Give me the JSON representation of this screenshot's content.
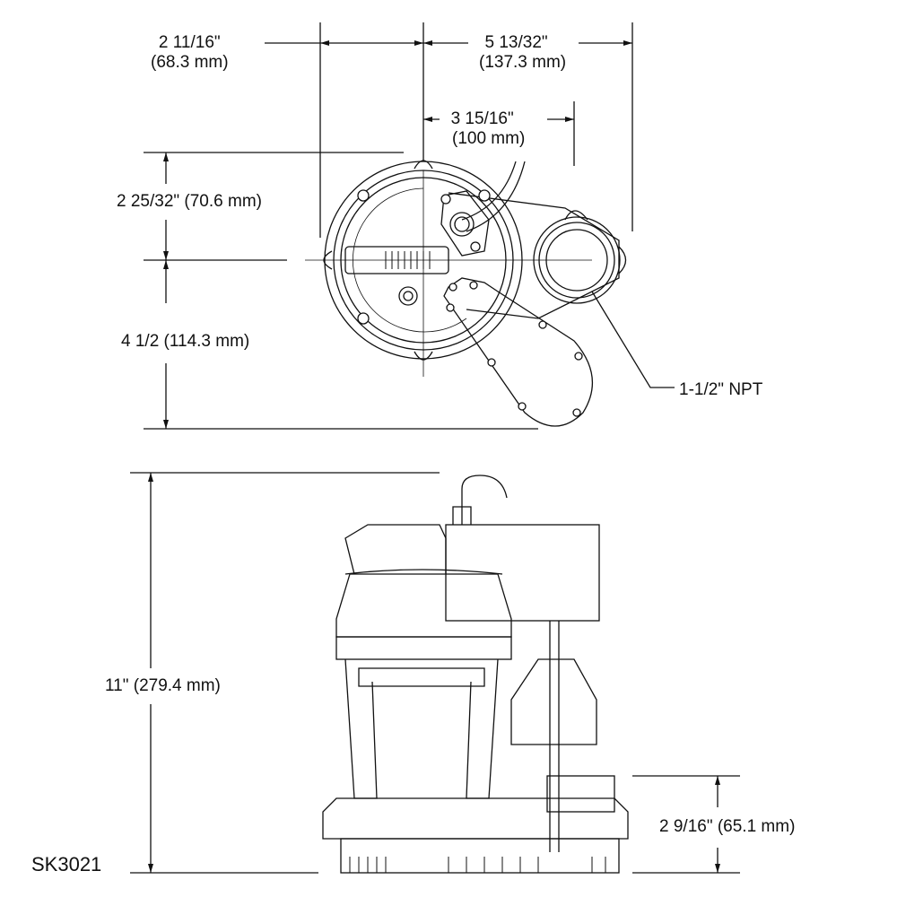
{
  "dimensions": {
    "width_left": {
      "inch": "2 11/16\"",
      "mm": "(68.3 mm)"
    },
    "width_right": {
      "inch": "5 13/32\"",
      "mm": "(137.3 mm)"
    },
    "discharge_offset": {
      "inch": "3 15/16\"",
      "mm": "(100 mm)"
    },
    "depth_top": "2 25/32\" (70.6 mm)",
    "depth_bottom": "4 1/2 (114.3 mm)",
    "height_total": "11\" (279.4 mm)",
    "intake_height": "2 9/16\" (65.1 mm)"
  },
  "callouts": {
    "discharge": "1-1/2\" NPT"
  },
  "model": "SK3021"
}
